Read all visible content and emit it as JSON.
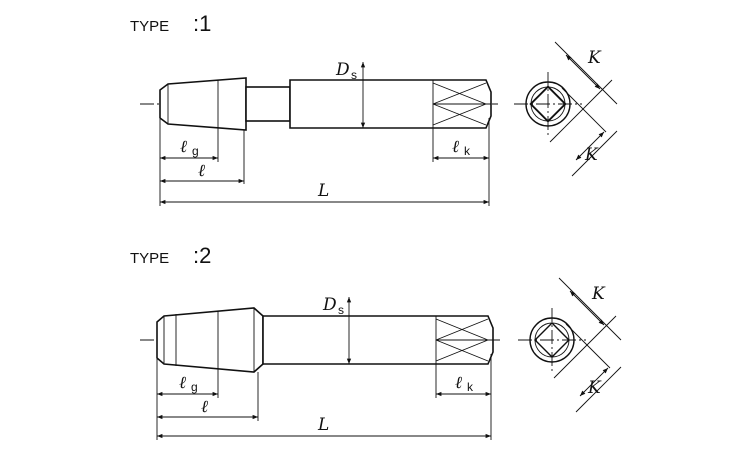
{
  "types": [
    {
      "label": "TYPE",
      "number": ":1",
      "dims": {
        "ds_main": "D",
        "ds_sub": "s",
        "lg_main": "ℓ",
        "lg_sub": "g",
        "l_main": "ℓ",
        "lk_main": "ℓ",
        "lk_sub": "k",
        "L": "L",
        "K_top": "K",
        "K_bottom": "K"
      }
    },
    {
      "label": "TYPE",
      "number": ":2",
      "dims": {
        "ds_main": "D",
        "ds_sub": "s",
        "lg_main": "ℓ",
        "lg_sub": "g",
        "l_main": "ℓ",
        "lk_main": "ℓ",
        "lk_sub": "k",
        "L": "L",
        "K_top": "K",
        "K_bottom": "K"
      }
    }
  ]
}
